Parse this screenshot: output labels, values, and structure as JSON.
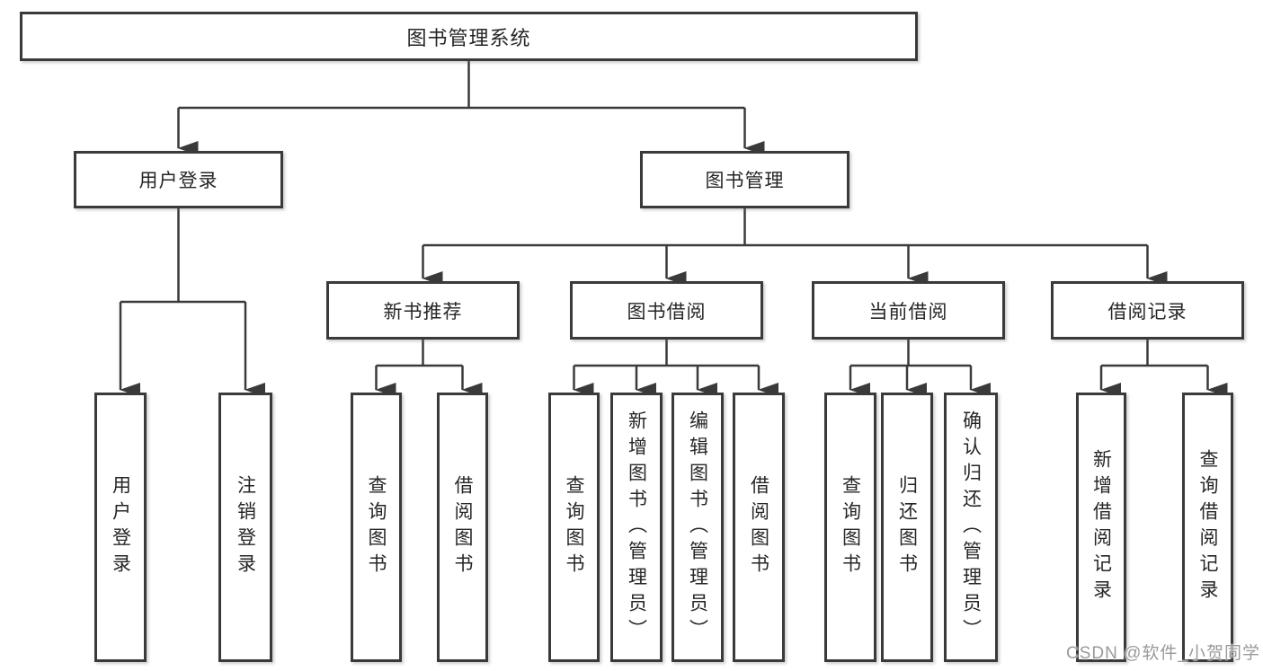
{
  "diagram_title": "图书管理系统",
  "nodes": {
    "root": {
      "label": "图书管理系统"
    },
    "userLogin": {
      "label": "用户登录"
    },
    "bookMgmt": {
      "label": "图书管理"
    },
    "newBookRec": {
      "label": "新书推荐"
    },
    "bookBorrow": {
      "label": "图书借阅"
    },
    "currentBorrow": {
      "label": "当前借阅"
    },
    "borrowRecord": {
      "label": "借阅记录"
    },
    "loginFunc": {
      "label": "用户登录"
    },
    "logoutFunc": {
      "label": "注销登录"
    },
    "nbrQuery": {
      "label": "查询图书"
    },
    "nbrBorrow": {
      "label": "借阅图书"
    },
    "bbQuery": {
      "label": "查询图书"
    },
    "bbAdd": {
      "label": "新增图书（管理员）"
    },
    "bbEdit": {
      "label": "编辑图书（管理员）"
    },
    "bbBorrow": {
      "label": "借阅图书"
    },
    "cbQuery": {
      "label": "查询图书"
    },
    "cbReturn": {
      "label": "归还图书"
    },
    "cbConfirm": {
      "label": "确认归还（管理员）"
    },
    "brAdd": {
      "label": "新增借阅记录"
    },
    "brQuery": {
      "label": "查询借阅记录"
    }
  },
  "edges": [
    [
      "root",
      "userLogin"
    ],
    [
      "root",
      "bookMgmt"
    ],
    [
      "userLogin",
      "loginFunc"
    ],
    [
      "userLogin",
      "logoutFunc"
    ],
    [
      "bookMgmt",
      "newBookRec"
    ],
    [
      "bookMgmt",
      "bookBorrow"
    ],
    [
      "bookMgmt",
      "currentBorrow"
    ],
    [
      "bookMgmt",
      "borrowRecord"
    ],
    [
      "newBookRec",
      "nbrQuery"
    ],
    [
      "newBookRec",
      "nbrBorrow"
    ],
    [
      "bookBorrow",
      "bbQuery"
    ],
    [
      "bookBorrow",
      "bbAdd"
    ],
    [
      "bookBorrow",
      "bbEdit"
    ],
    [
      "bookBorrow",
      "bbBorrow"
    ],
    [
      "currentBorrow",
      "cbQuery"
    ],
    [
      "currentBorrow",
      "cbReturn"
    ],
    [
      "currentBorrow",
      "cbConfirm"
    ],
    [
      "borrowRecord",
      "brAdd"
    ],
    [
      "borrowRecord",
      "brQuery"
    ]
  ],
  "watermark": {
    "text": "CSDN @软件_小贺同学"
  },
  "colors": {
    "line": "#3a3a3a",
    "text": "#262626",
    "watermark": "#9a9a9a",
    "background": "#ffffff"
  }
}
